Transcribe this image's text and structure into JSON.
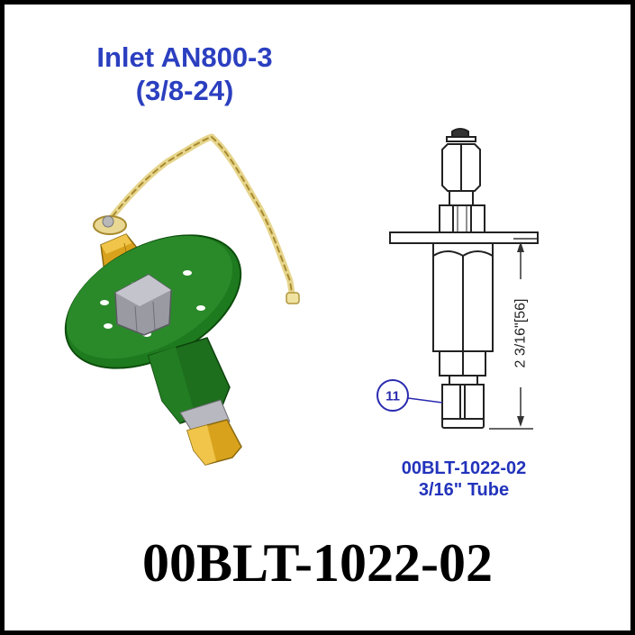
{
  "inlet": {
    "line1": "Inlet AN800-3",
    "line2": "(3/8-24)"
  },
  "drawing": {
    "balloon_number": "11",
    "dimension": "2 3/16\"[56]",
    "caption_line1": "00BLT-1022-02",
    "caption_line2": "3/16\" Tube"
  },
  "part_number": "00BLT-1022-02",
  "colors": {
    "label_blue": "#2b3fc0",
    "flange_green": "#1e7a1e",
    "brass": "#d9a21c",
    "chain_gold": "#e3cf7a",
    "frame": "#000000"
  }
}
